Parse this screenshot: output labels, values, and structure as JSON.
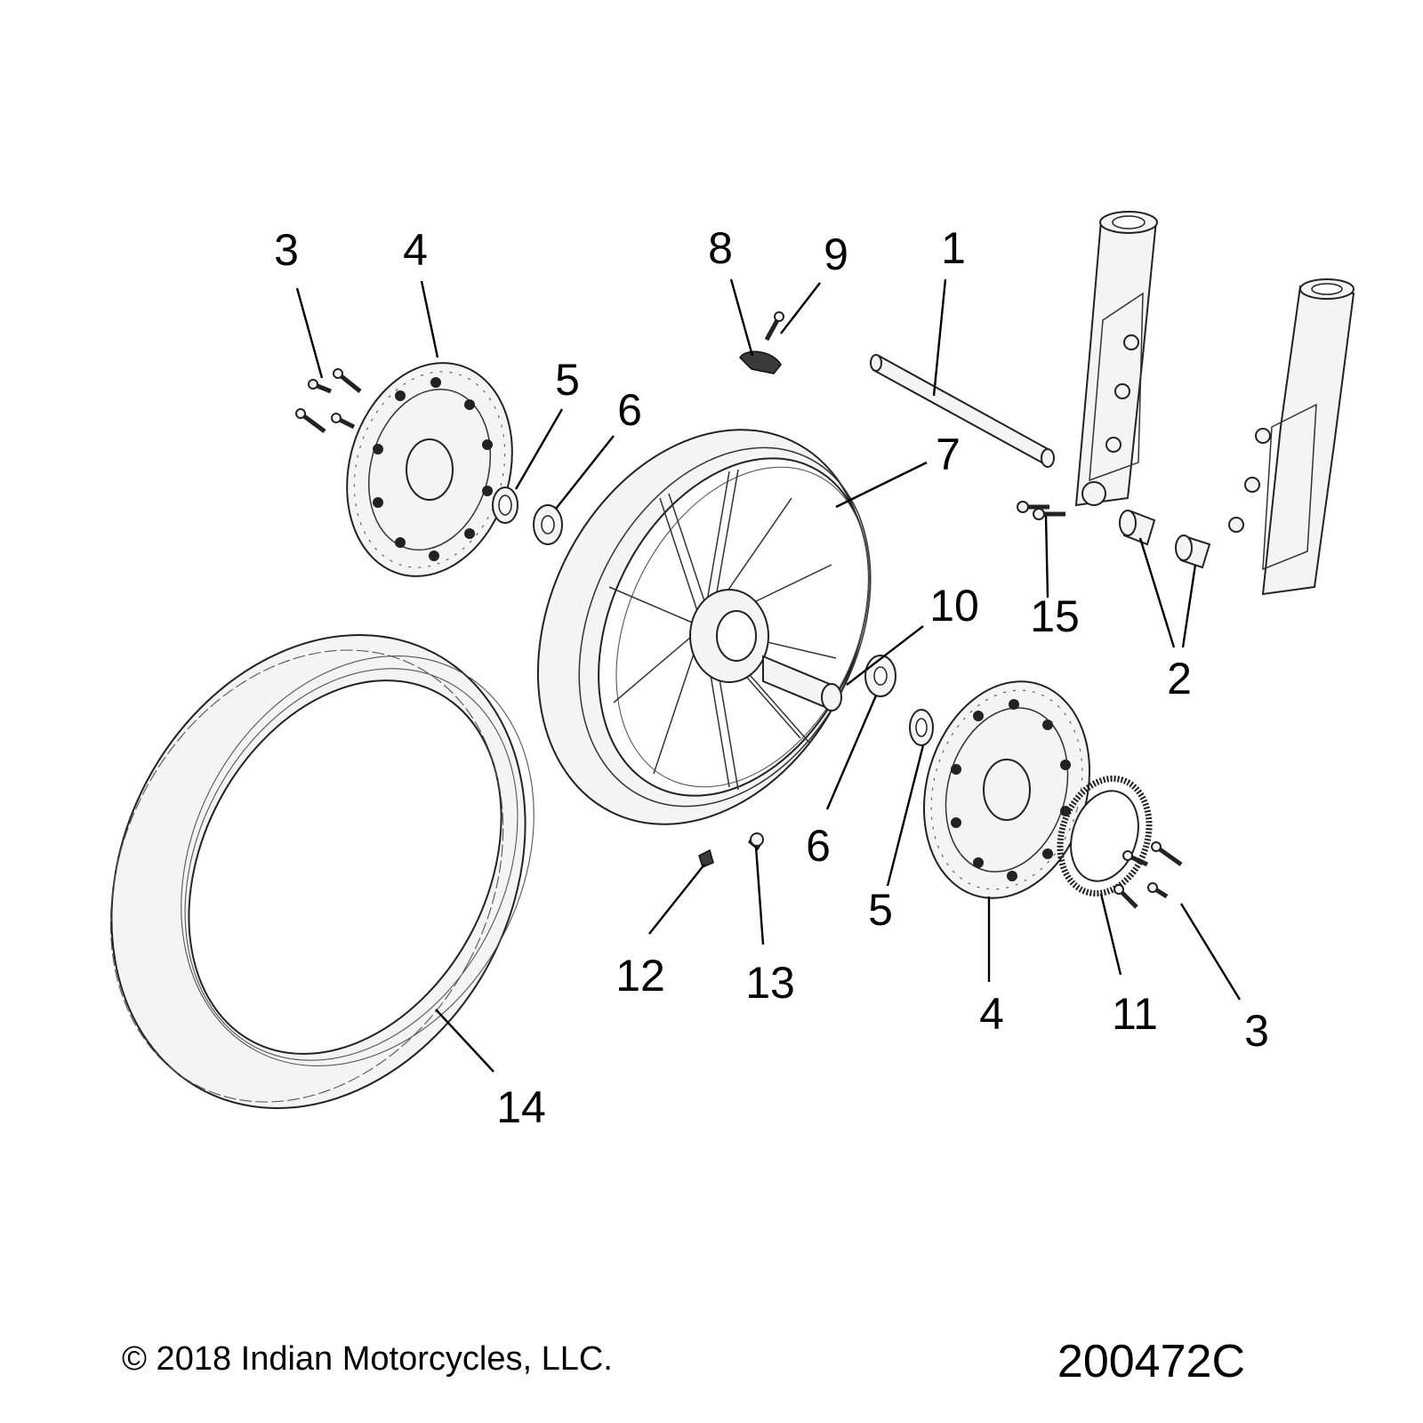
{
  "callouts": [
    {
      "id": "c3a",
      "text": "3"
    },
    {
      "id": "c4a",
      "text": "4"
    },
    {
      "id": "c8",
      "text": "8"
    },
    {
      "id": "c9",
      "text": "9"
    },
    {
      "id": "c1",
      "text": "1"
    },
    {
      "id": "c5a",
      "text": "5"
    },
    {
      "id": "c6a",
      "text": "6"
    },
    {
      "id": "c7",
      "text": "7"
    },
    {
      "id": "c10",
      "text": "10"
    },
    {
      "id": "c15",
      "text": "15"
    },
    {
      "id": "c2",
      "text": "2"
    },
    {
      "id": "c6b",
      "text": "6"
    },
    {
      "id": "c5b",
      "text": "5"
    },
    {
      "id": "c12",
      "text": "12"
    },
    {
      "id": "c13",
      "text": "13"
    },
    {
      "id": "c4b",
      "text": "4"
    },
    {
      "id": "c11",
      "text": "11"
    },
    {
      "id": "c3b",
      "text": "3"
    },
    {
      "id": "c14",
      "text": "14"
    }
  ],
  "footer": {
    "copyright": "© 2018 Indian Motorcycles, LLC.",
    "drawing_number": "200472C"
  }
}
